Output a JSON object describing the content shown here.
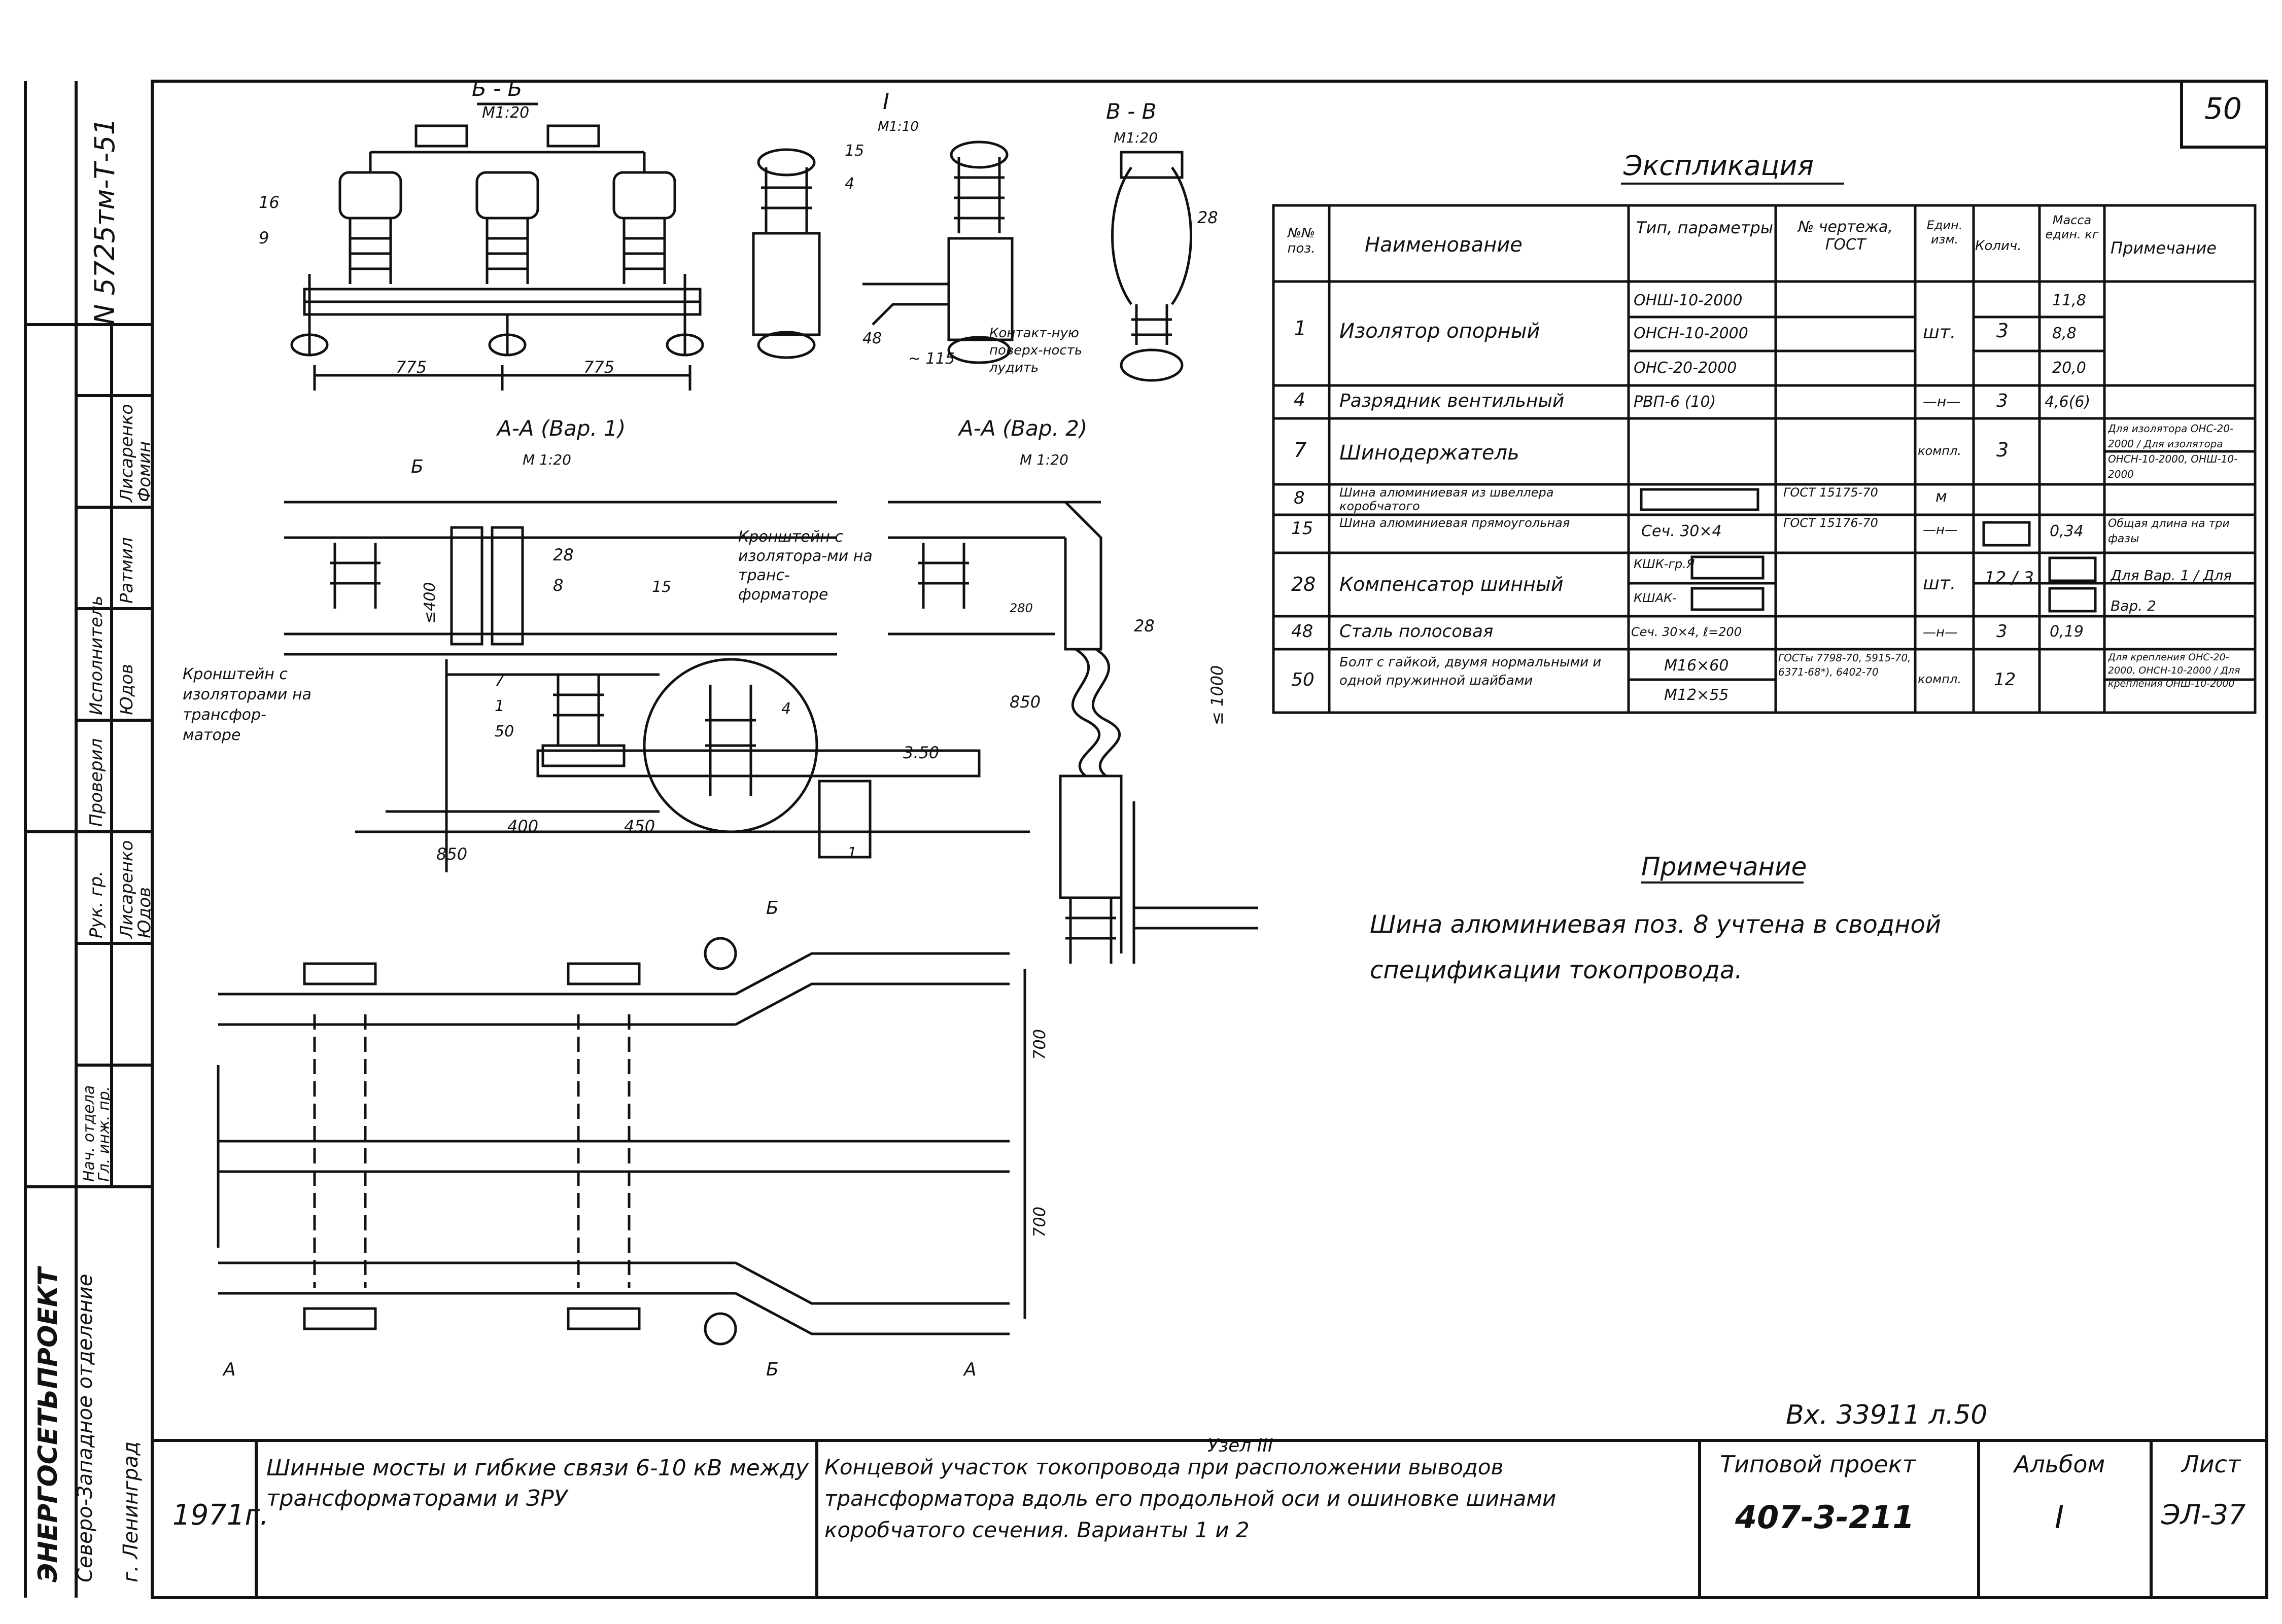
{
  "sheet_number": "50",
  "side_stamp": {
    "inventory_no": "N 5725тм-Т-51",
    "org_1": "ЭНЕРГОСЕТЬПРОЕКТ",
    "org_2": "Северо-Западное отделение",
    "org_3": "г. Ленинград",
    "roles": [
      "Нач. отдела",
      "Гл. инж. пр.",
      "Исполнитель",
      "Проверил",
      "Рук. гр."
    ],
    "names": [
      "Лисаренко",
      "Фомин",
      "Ратмил",
      "Юдов",
      "Лисаренко",
      "Юдов"
    ]
  },
  "views": {
    "section_bb": {
      "title": "Б - Б",
      "scale": "М1:20",
      "dims": [
        "775",
        "775"
      ],
      "labels": [
        "16",
        "9"
      ]
    },
    "node_i": {
      "title": "I",
      "scale": "М1:10",
      "labels": [
        "15",
        "4",
        "48",
        "~ 115"
      ],
      "note": "Контакт-ную поверх-ность лудить"
    },
    "section_vv": {
      "title": "В - В",
      "scale": "М1:20",
      "labels": [
        "28"
      ]
    },
    "section_aa1": {
      "title": "А-А (Вар. 1)",
      "scale": "М 1:20",
      "labels": [
        "28",
        "8",
        "7",
        "1",
        "50",
        "15",
        "4"
      ],
      "dims": [
        "≤400",
        "400",
        "450",
        "850",
        "3.50"
      ],
      "cut_mark": "Б",
      "callout_left": "Кронштейн с изоляторами на трансфор-маторе"
    },
    "section_aa2": {
      "title": "А-А (Вар. 2)",
      "scale": "М 1:20",
      "labels": [
        "28",
        "280",
        "1"
      ],
      "dims": [
        "850",
        "≤ 1000"
      ],
      "callout": "Кронштейн с изолятора-ми на транс-форматоре"
    },
    "plan": {
      "dims": [
        "700",
        "700"
      ],
      "cut_marks": [
        "Б",
        "Б",
        "А",
        "А"
      ]
    }
  },
  "explication": {
    "title": "Экспликация",
    "headers": [
      "№№ поз.",
      "Наименование",
      "Тип, параметры",
      "№ чертежа, ГОСТ",
      "Един. изм.",
      "Колич.",
      "Масса един. кг",
      "Примечание"
    ],
    "rows": [
      {
        "pos": "1",
        "name": "Изолятор опорный",
        "type": [
          "ОНШ-10-2000",
          "ОНСН-10-2000",
          "ОНС-20-2000"
        ],
        "gost": "",
        "unit": "шт.",
        "qty": "3",
        "mass": [
          "11,8",
          "8,8",
          "20,0"
        ],
        "note": ""
      },
      {
        "pos": "4",
        "name": "Разрядник вентильный",
        "type": [
          "РВП-6 (10)"
        ],
        "gost": "",
        "unit": "—н—",
        "qty": "3",
        "mass": [
          "4,6(6)"
        ],
        "note": ""
      },
      {
        "pos": "7",
        "name": "Шинодержатель",
        "type": [],
        "gost": "",
        "unit": "компл.",
        "qty": "3",
        "mass": [],
        "note": "Для изолятора ОНС-20-2000 / Для изолятора ОНСН-10-2000, ОНШ-10-2000"
      },
      {
        "pos": "8",
        "name": "Шина алюминиевая из швеллера коробчатого",
        "type": [],
        "gost": "ГОСТ 15175-70",
        "unit": "м",
        "qty": "",
        "mass": [],
        "note": ""
      },
      {
        "pos": "15",
        "name": "Шина алюминиевая прямоугольная",
        "type": [
          "Сеч. 30×4"
        ],
        "gost": "ГОСТ 15176-70",
        "unit": "—н—",
        "qty": "",
        "mass": [
          "0,34"
        ],
        "note": "Общая длина на три фазы"
      },
      {
        "pos": "28",
        "name": "Компенсатор шинный",
        "type": [
          "КШК-гр.Я",
          "КШАК-"
        ],
        "gost": "",
        "unit": "шт.",
        "qty": "12 / 3",
        "mass": [],
        "note": "Для Вар. 1 / Для Вар. 2"
      },
      {
        "pos": "48",
        "name": "Сталь полосовая",
        "type": [
          "Сеч. 30×4, ℓ=200"
        ],
        "gost": "",
        "unit": "—н—",
        "qty": "3",
        "mass": [
          "0,19"
        ],
        "note": ""
      },
      {
        "pos": "50",
        "name": "Болт с гайкой, двумя нормальными и одной пружинной шайбами",
        "type": [
          "М16×60",
          "М12×55"
        ],
        "gost": "ГОСТы 7798-70, 5915-70, 6371-68*), 6402-70",
        "unit": "компл.",
        "qty": "12",
        "mass": [],
        "note": "Для крепления ОНС-20-2000, ОНСН-10-2000 / Для крепления ОНШ-10-2000"
      }
    ]
  },
  "note": {
    "title": "Примечание",
    "text_1": "Шина алюминиевая   поз. 8   учтена в сводной",
    "text_2": "спецификации токопровода."
  },
  "incoming_ref": "Вх. 33911 л.50",
  "title_block": {
    "year": "1971г.",
    "subject": "Шинные мосты и гибкие связи 6-10 кВ между трансформаторами и ЗРУ",
    "node": "Узел III",
    "description": "Концевой участок токопровода при расположении выводов трансформатора вдоль его продольной оси и ошиновке шинами коробчатого сечения. Варианты 1 и 2",
    "project_label": "Типовой проект",
    "project_no": "407-3-211",
    "album_label": "Альбом",
    "album_no": "I",
    "sheet_label": "Лист",
    "sheet_no": "ЭЛ-37"
  }
}
